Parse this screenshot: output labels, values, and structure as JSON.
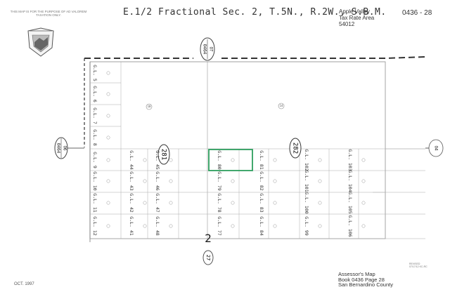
{
  "header": {
    "disclaimer": "THIS MAP IS FOR THE PURPOSE OF AD VALOREM TAXATION ONLY.",
    "title": "E.1/2 Fractional Sec. 2, T.5N., R.2W., S.B.M.",
    "tax_area_lines": [
      "Apple Valley",
      "Tax Rate Area",
      "54012"
    ],
    "map_number": "0436 - 28"
  },
  "map": {
    "top_ref": [
      "0464",
      "07"
    ],
    "left_ref": [
      "0464",
      "06"
    ],
    "right_ref": "04",
    "book_circles": [
      "281",
      "282"
    ],
    "section_number": "2",
    "bottom_circle": "27",
    "selected_lot": "G.L. 80",
    "large_parcels": [
      "10",
      "14"
    ],
    "gov_lots": {
      "col1": [
        "G.L. 5",
        "G.L. 6",
        "G.L. 7",
        "G.L. 8",
        "G.L. 9",
        "G.L. 10",
        "G.L. 11",
        "G.L. 12"
      ],
      "col2": [
        "G.L. 44",
        "G.L. 43",
        "G.L. 42",
        "G.L. 41"
      ],
      "col3": [
        "G.L. 45",
        "G.L. 46",
        "G.L. 47",
        "G.L. 48"
      ],
      "col4": [
        "G.L. 80",
        "G.L. 79",
        "G.L. 78",
        "G.L. 77"
      ],
      "col5": [
        "G.L. 81",
        "G.L. 82",
        "G.L. 83",
        "G.L. 84"
      ],
      "col6": [
        "G.L. 102",
        "G.L. 101",
        "G.L. 100",
        "G.L. 99"
      ],
      "col7": [
        "G.L. 103",
        "G.L. 104",
        "G.L. 105",
        "G.L. 106"
      ]
    }
  },
  "footer": {
    "date": "OCT. 1997",
    "lines": [
      "Assessor's Map",
      "Book 0436 Page 28",
      "San Bernardino County"
    ],
    "revised": [
      "REVISED",
      "07/17/12 KC-RC"
    ]
  }
}
